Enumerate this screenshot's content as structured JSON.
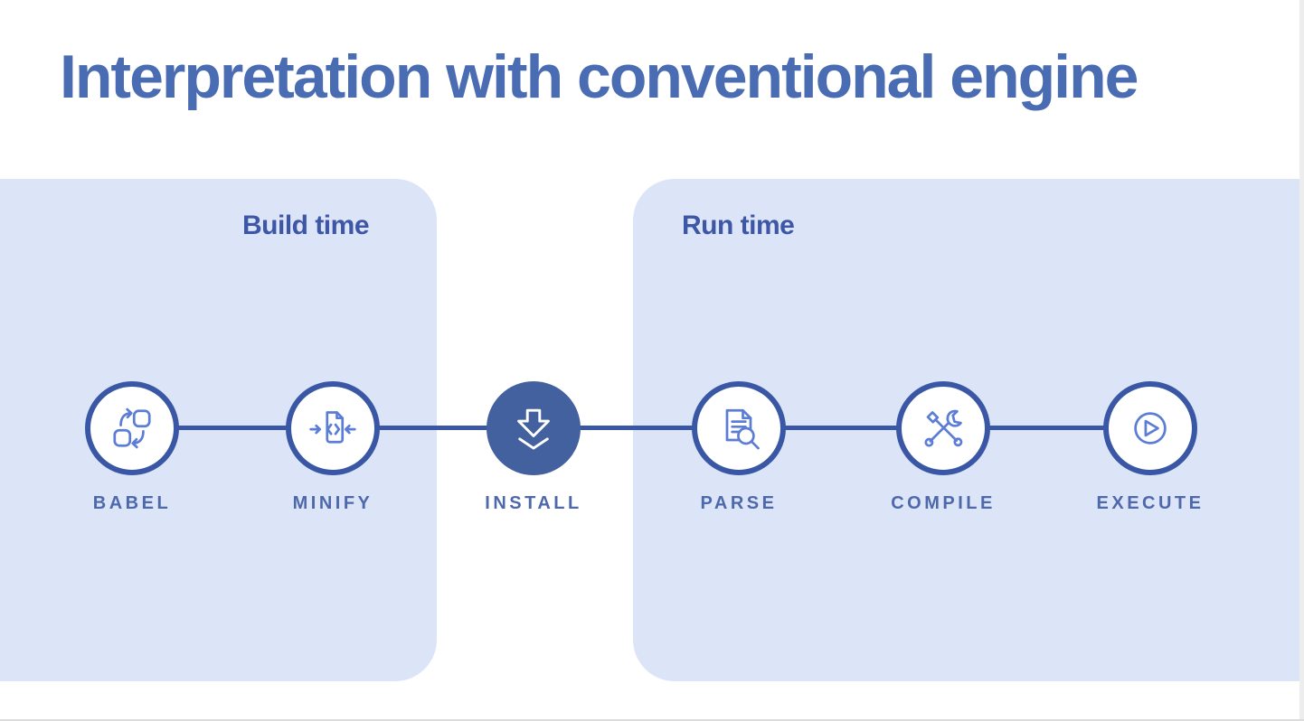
{
  "page": {
    "title": "Interpretation with conventional engine"
  },
  "panels": {
    "build": {
      "label": "Build time"
    },
    "run": {
      "label": "Run time"
    }
  },
  "nodes": [
    {
      "id": "babel",
      "label": "BABEL",
      "icon": "transform-arrows-icon",
      "phase": "build",
      "emphasized": false
    },
    {
      "id": "minify",
      "label": "MINIFY",
      "icon": "compress-file-icon",
      "phase": "build",
      "emphasized": false
    },
    {
      "id": "install",
      "label": "INSTALL",
      "icon": "download-arrow-icon",
      "phase": "between",
      "emphasized": true
    },
    {
      "id": "parse",
      "label": "PARSE",
      "icon": "document-search-icon",
      "phase": "run",
      "emphasized": false
    },
    {
      "id": "compile",
      "label": "COMPILE",
      "icon": "tools-icon",
      "phase": "run",
      "emphasized": false
    },
    {
      "id": "execute",
      "label": "EXECUTE",
      "icon": "play-icon",
      "phase": "run",
      "emphasized": false
    }
  ],
  "colors": {
    "title_blue": "#4a6cb3",
    "heading_blue": "#3d56a6",
    "panel_blue": "#dce4f7",
    "line_blue": "#3a57a6",
    "icon_blue": "#5b7dd6",
    "node_fill_blue": "#44619f",
    "label_blue": "#4d68ab",
    "white": "#ffffff",
    "edge_gray": "#ededed",
    "hairline_gray": "#dcdcdc"
  }
}
